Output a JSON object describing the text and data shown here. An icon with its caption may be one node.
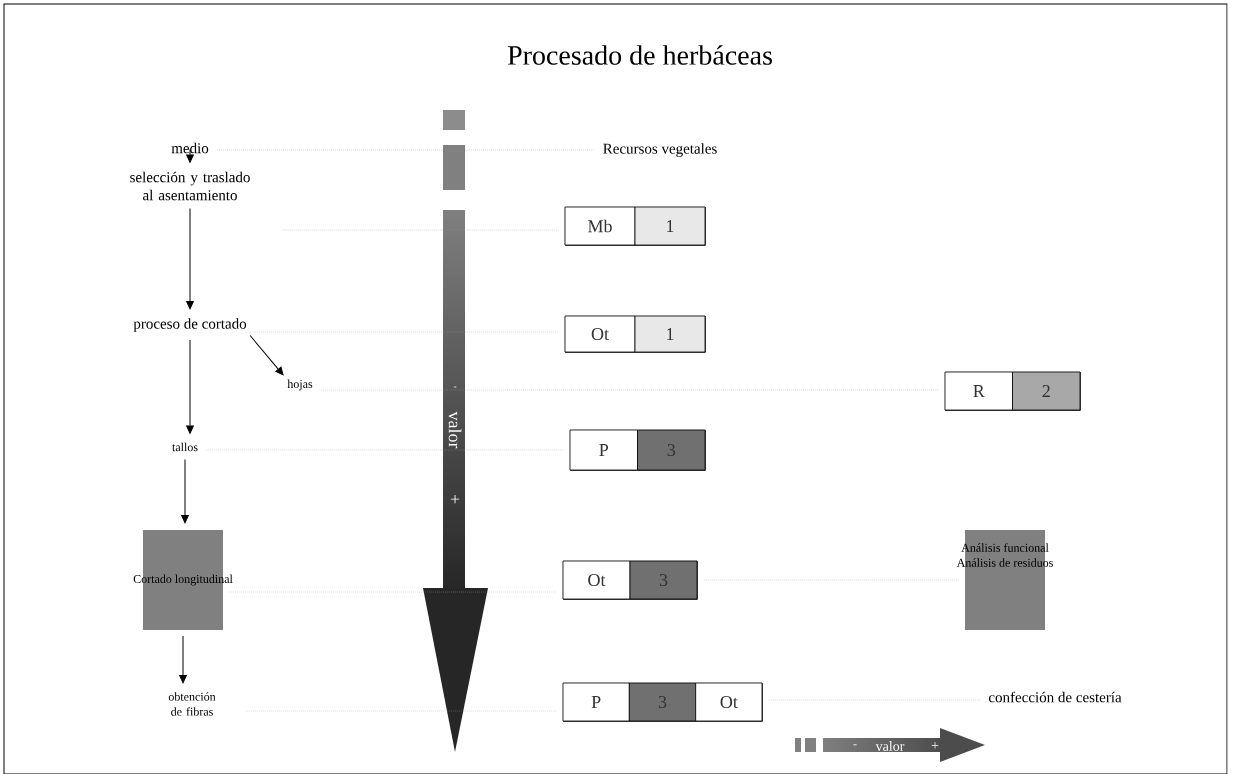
{
  "diagram": {
    "title": "Procesado de herbáceas",
    "nodes": [
      {
        "text": [
          "medio"
        ]
      },
      {
        "text": [
          "selección y traslado al asentamiento"
        ]
      },
      {
        "text": [
          "proceso de cortado"
        ]
      },
      {
        "text": [
          "hojas"
        ]
      },
      {
        "text": [
          "tallos"
        ]
      },
      {
        "text": [
          "Cortado longitudinal"
        ]
      },
      {
        "text": [
          "obtención de fibras"
        ]
      },
      {
        "text": [
          "Recursos vegetales"
        ]
      },
      {
        "text": [
          "Mb",
          "1"
        ]
      },
      {
        "text": [
          "Ot",
          "1"
        ]
      },
      {
        "text": [
          "R",
          "2"
        ]
      },
      {
        "text": [
          "P",
          "3"
        ]
      },
      {
        "text": [
          "Ot",
          "3"
        ]
      },
      {
        "text": [
          "Análisis funcional",
          "Análisis de residuos"
        ]
      },
      {
        "text": [
          "P",
          "3",
          "Ot"
        ]
      },
      {
        "text": [
          "confección de cestería"
        ]
      }
    ],
    "edges": [
      {
        "from": 0,
        "to": 1,
        "arrow": "to",
        "color": "#000000"
      },
      {
        "from": 1,
        "to": 2,
        "arrow": "to",
        "color": "#000000"
      },
      {
        "from": 2,
        "to": 3,
        "arrow": "to",
        "color": "#000000"
      },
      {
        "from": 2,
        "to": 4,
        "arrow": "to",
        "color": "#000000"
      },
      {
        "from": 4,
        "to": 5,
        "arrow": "to",
        "color": "#000000"
      },
      {
        "from": 5,
        "to": 6,
        "arrow": "to",
        "color": "#000000"
      },
      {
        "from": 0,
        "to": 7,
        "arrow": "none",
        "style": "dashed",
        "color": "#9a9a9a"
      },
      {
        "from": 1,
        "to": 8,
        "arrow": "none",
        "style": "dashed",
        "color": "#9a9a9a"
      },
      {
        "from": 2,
        "to": 9,
        "arrow": "none",
        "style": "dashed",
        "color": "#9a9a9a"
      },
      {
        "from": 3,
        "to": 10,
        "arrow": "none",
        "style": "dashed",
        "color": "#9a9a9a"
      },
      {
        "from": 4,
        "to": 11,
        "arrow": "none",
        "style": "dashed",
        "color": "#9a9a9a"
      },
      {
        "from": 5,
        "to": 12,
        "arrow": "none",
        "style": "dashed",
        "color": "#9a9a9a"
      },
      {
        "from": 12,
        "to": 13,
        "arrow": "none",
        "style": "dashed",
        "color": "#9a9a9a"
      },
      {
        "from": 6,
        "to": 14,
        "arrow": "none",
        "style": "dashed",
        "color": "#9a9a9a"
      },
      {
        "from": 14,
        "to": 15,
        "arrow": "none",
        "style": "dashed",
        "color": "#9a9a9a"
      }
    ],
    "labels": [
      "-",
      "valor",
      "+",
      "-",
      "valor",
      "+"
    ]
  }
}
